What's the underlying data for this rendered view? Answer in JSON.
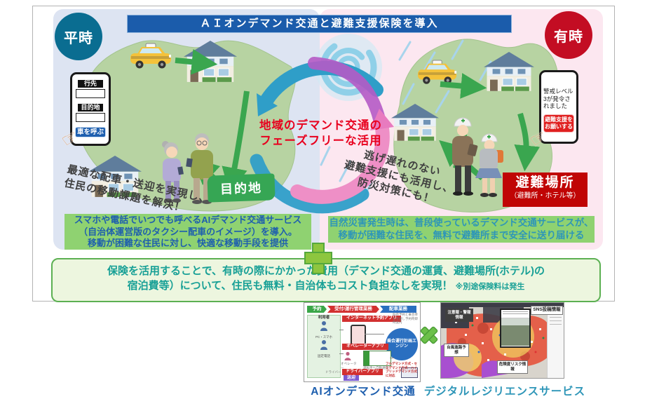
{
  "title_banner": "ＡＩオンデマンド交通と避難支援保険を導入",
  "badge_normal": "平時",
  "badge_emergency": "有時",
  "center": {
    "headline1": "地域のデマンド交通の",
    "headline2": "フェーズフリーな活用"
  },
  "normal_side": {
    "phone": {
      "label_destination": "行先",
      "label_goal": "目的地",
      "call_button": "車を呼ぶ"
    },
    "note1": "最適な配車・送迎を実現し、",
    "note2": "住民の移動課題を解決！",
    "destination_label": "目的地",
    "summary1": "スマホや電話でいつでも呼べるAIデマンド交通サービス",
    "summary2": "（自治体運営版のタクシー配車のイメージ）を導入。",
    "summary3": "移動が困難な住民に対し、快適な移動手段を提供"
  },
  "emergency_side": {
    "phone": {
      "alert": "警戒レベル3が発令されました",
      "request_button": "避難支援をお願いする"
    },
    "note1": "逃げ遅れのない",
    "note2": "避難支援にも活用し、",
    "note3": "防災対策にも！",
    "shelter_title": "避難場所",
    "shelter_sub": "（避難所・ホテル等）",
    "summary1": "自然災害発生時は、普段使っているデマンド交通サービスが、",
    "summary2": "移動が困難な住民を、無料で避難所まで安全に送り届ける"
  },
  "insurance": {
    "line1": "保険を活用することで、有時の際にかかった費用（デマンド交通の運賃、避難場所(ホテル)の",
    "line2": "宿泊費等）について、住民も無料・自治体もコスト負担なしを実現！",
    "note": "※別途保険料は発生"
  },
  "footer": {
    "left_caption": "AIオンデマンド交通",
    "right_caption": "デジタルレジリエンスサービス",
    "flow": {
      "stage1": "予約",
      "stage2": "受付/運行管理業務",
      "stage3": "配車業務",
      "users": "利用者",
      "device1": "PC・スマホ",
      "device2": "固定電話",
      "app1": "インターネット予約アプリ",
      "app2": "オペレーターアプリ",
      "app3": "ドライバーアプリ",
      "operator": "オペレーター",
      "driver": "ドライバー",
      "engine": "乗合運行計画エンジン",
      "note_booking": "既存予約と乗合率を考慮し予約時即時案内",
      "note_notify": "運転手へ自動通知",
      "modes": "フルデマンド方式・セミデマンド方式・ハイブリッドデマンド方式に対応",
      "dispatch": "送迎"
    },
    "resilience": {
      "callout_warn": "注意報・警報情報",
      "callout_sns": "SNS投稿情報",
      "callout_typhoon": "台風進路予想",
      "callout_risk": "危険度リスク情報"
    }
  },
  "colors": {
    "banner_blue": "#1b5cab",
    "badge_normal_teal": "#0a6d91",
    "badge_emergency_red": "#c30d23",
    "highlight_green": "#8fd271",
    "accent_red": "#e8001e",
    "shelter_red": "#c00505",
    "arrow_green": "#3aa64f",
    "cycle_blue": "#2f9ec8",
    "cycle_pink": "#ee8fc6"
  }
}
